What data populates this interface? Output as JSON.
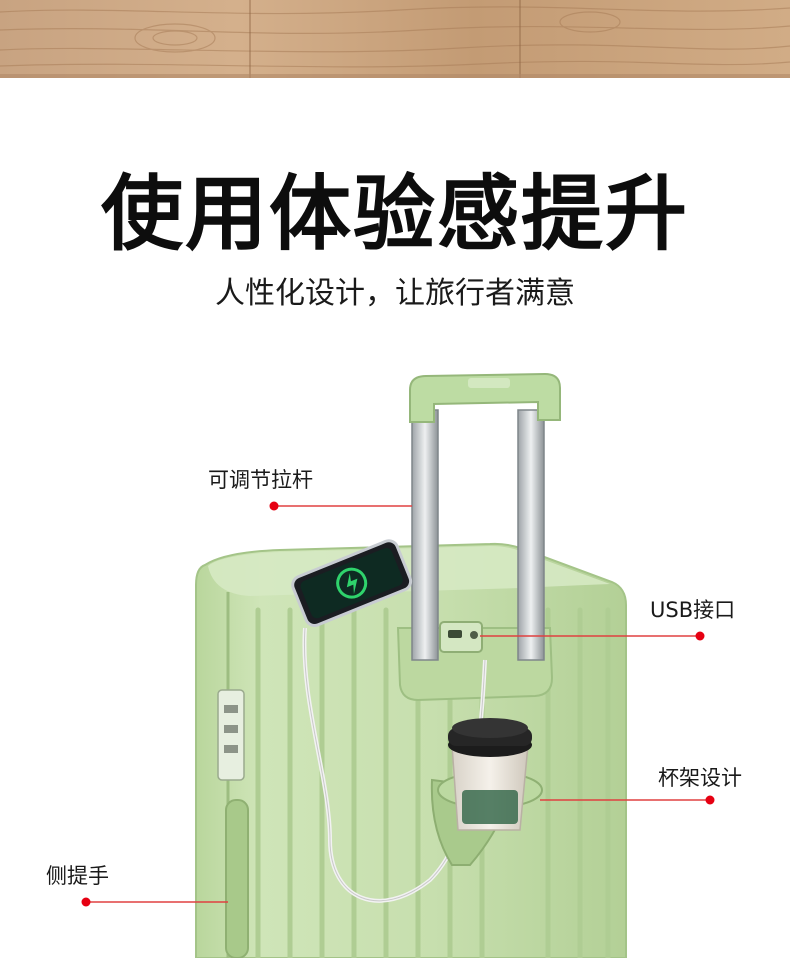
{
  "heading": {
    "title": "使用体验感提升",
    "subtitle": "人性化设计，让旅行者满意"
  },
  "callouts": {
    "handle": "可调节拉杆",
    "usb": "USB接口",
    "cup": "杯架设计",
    "side": "侧提手"
  },
  "colors": {
    "luggage": "#c9e0b0",
    "luggage_shadow": "#a9c88e",
    "accent_dot": "#e60012",
    "leader_line": "#e04040",
    "wood": "#c9a27e"
  }
}
